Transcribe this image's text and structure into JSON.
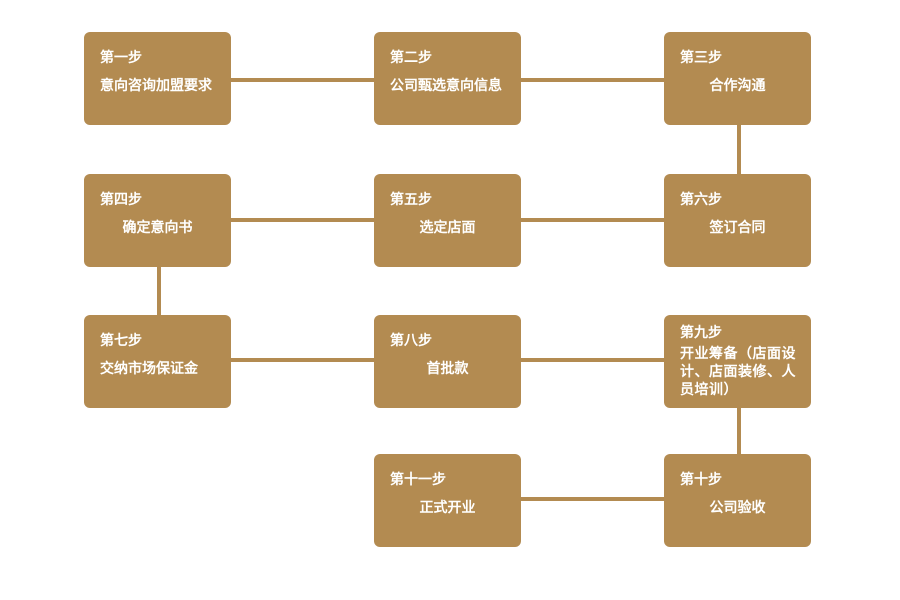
{
  "colors": {
    "box": "#b38b51",
    "line": "#b38b51",
    "text": "#ffffff"
  },
  "steps": [
    {
      "num": "第一步",
      "text": "意向咨询加盟要求"
    },
    {
      "num": "第二步",
      "text": "公司甄选意向信息"
    },
    {
      "num": "第三步",
      "text": "合作沟通"
    },
    {
      "num": "第四步",
      "text": "确定意向书"
    },
    {
      "num": "第五步",
      "text": "选定店面"
    },
    {
      "num": "第六步",
      "text": "签订合同"
    },
    {
      "num": "第七步",
      "text": "交纳市场保证金"
    },
    {
      "num": "第八步",
      "text": "首批款"
    },
    {
      "num": "第九步",
      "text": "开业筹备（店面设计、店面装修、人员培训）"
    },
    {
      "num": "第十步",
      "text": "公司验收"
    },
    {
      "num": "第十一步",
      "text": "正式开业"
    }
  ]
}
